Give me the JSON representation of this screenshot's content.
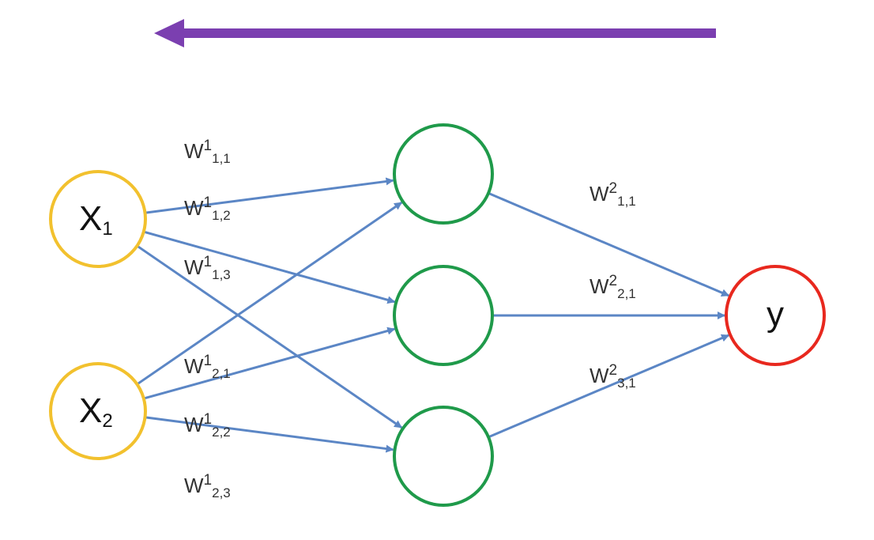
{
  "colors": {
    "background": "#ffffff",
    "input_node": "#f2c12e",
    "hidden_node": "#1f9a4a",
    "output_node": "#e8281e",
    "edge": "#5b86c5",
    "direction_arrow": "#7b3fb0",
    "text": "#111111"
  },
  "direction_arrow": {
    "direction": "right-to-left"
  },
  "nodes": {
    "x1": {
      "base": "X",
      "sub": "1",
      "role": "input"
    },
    "x2": {
      "base": "X",
      "sub": "2",
      "role": "input"
    },
    "h1": {
      "role": "hidden"
    },
    "h2": {
      "role": "hidden"
    },
    "h3": {
      "role": "hidden"
    },
    "y": {
      "base": "y",
      "sub": "",
      "role": "output"
    }
  },
  "edges": [
    {
      "from": "x1",
      "to": "h1",
      "label": {
        "base": "W",
        "sup": "1",
        "sub": "1,1"
      }
    },
    {
      "from": "x1",
      "to": "h2",
      "label": {
        "base": "W",
        "sup": "1",
        "sub": "1,2"
      }
    },
    {
      "from": "x1",
      "to": "h3",
      "label": {
        "base": "W",
        "sup": "1",
        "sub": "1,3"
      }
    },
    {
      "from": "x2",
      "to": "h1",
      "label": {
        "base": "W",
        "sup": "1",
        "sub": "2,1"
      }
    },
    {
      "from": "x2",
      "to": "h2",
      "label": {
        "base": "W",
        "sup": "1",
        "sub": "2,2"
      }
    },
    {
      "from": "x2",
      "to": "h3",
      "label": {
        "base": "W",
        "sup": "1",
        "sub": "2,3"
      }
    },
    {
      "from": "h1",
      "to": "y",
      "label": {
        "base": "W",
        "sup": "2",
        "sub": "1,1"
      }
    },
    {
      "from": "h2",
      "to": "y",
      "label": {
        "base": "W",
        "sup": "2",
        "sub": "2,1"
      }
    },
    {
      "from": "h3",
      "to": "y",
      "label": {
        "base": "W",
        "sup": "2",
        "sub": "3,1"
      }
    }
  ]
}
